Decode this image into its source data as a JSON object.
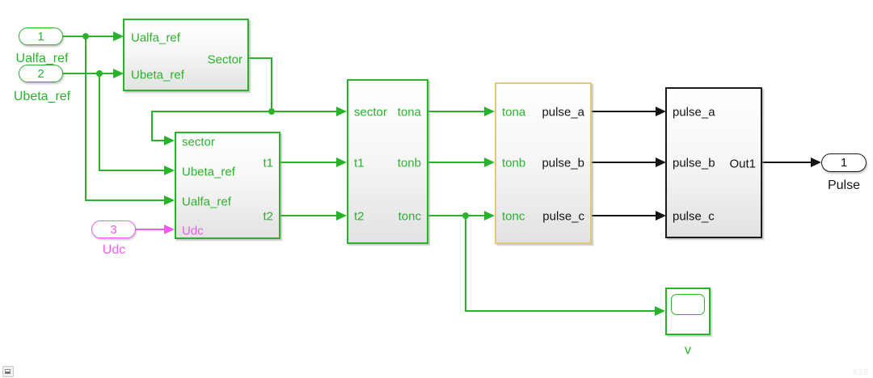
{
  "ports": {
    "in1": {
      "num": "1",
      "label": "Ualfa_ref"
    },
    "in2": {
      "num": "2",
      "label": "Ubeta_ref"
    },
    "in3": {
      "num": "3",
      "label": "Udc"
    },
    "out1": {
      "num": "1",
      "label": "Pulse"
    }
  },
  "blocks": {
    "sector_calc": {
      "in": [
        "Ualfa_ref",
        "Ubeta_ref"
      ],
      "out": [
        "Sector"
      ]
    },
    "time_calc": {
      "in": [
        "sector",
        "Ubeta_ref",
        "Ualfa_ref",
        "Udc"
      ],
      "out": [
        "t1",
        "t2"
      ]
    },
    "ton_calc": {
      "in": [
        "sector",
        "t1",
        "t2"
      ],
      "out": [
        "tona",
        "tonb",
        "tonc"
      ]
    },
    "pulse_calc": {
      "in": [
        "tona",
        "tonb",
        "tonc"
      ],
      "out": [
        "pulse_a",
        "pulse_b",
        "pulse_c"
      ]
    },
    "pulse_merge": {
      "in": [
        "pulse_a",
        "pulse_b",
        "pulse_c"
      ],
      "out": [
        "Out1"
      ]
    }
  },
  "scope": {
    "label": "v"
  },
  "watermark": "628",
  "colors": {
    "signal_green": "#2BB22B",
    "signal_magenta": "#EF5BEF",
    "block_yellow_border": "#E3C87B",
    "block_black_border": "#1a1a1a"
  }
}
